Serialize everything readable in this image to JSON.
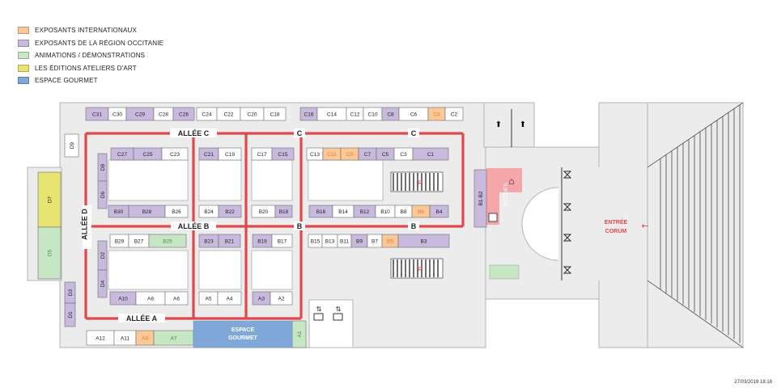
{
  "legend": [
    {
      "label": "EXPOSANTS INTERNATIONAUX",
      "color": "#fcc898"
    },
    {
      "label": "EXPOSANTS DE LA RÉGION OCCITANIE",
      "color": "#c9b9de"
    },
    {
      "label": "ANIMATIONS / DÉMONSTRATIONS",
      "color": "#c7e6c4"
    },
    {
      "label": "LES ÉDITIONS ATELIERS D'ART",
      "color": "#e8e472"
    },
    {
      "label": "ESPACE GOURMET",
      "color": "#7fa8d8"
    }
  ],
  "colors": {
    "international": "#fcc898",
    "occitanie": "#c9b9de",
    "animation": "#c7e6c4",
    "editions": "#e8e472",
    "gourmet": "#7fa8d8",
    "plain": "#ffffff",
    "aisle": "#e0484b",
    "floor": "#ececec",
    "wall": "#b5b5b5",
    "accueil": "#f4a6a8"
  },
  "aisles": {
    "allee_c": "ALLÉE C",
    "allee_b": "ALLÉE B",
    "allee_a": "ALLÉE A",
    "allee_d": "ALLÉE D",
    "c_mid": "C",
    "c_right": "C",
    "b_mid": "B",
    "b_right": "B"
  },
  "stands": {
    "C31": {
      "label": "C31",
      "cat": "occitanie"
    },
    "C30": {
      "label": "C30",
      "cat": "plain"
    },
    "C29": {
      "label": "C29",
      "cat": "occitanie"
    },
    "C28": {
      "label": "C28",
      "cat": "plain"
    },
    "C26": {
      "label": "C26",
      "cat": "occitanie"
    },
    "C24": {
      "label": "C24",
      "cat": "plain"
    },
    "C22": {
      "label": "C22",
      "cat": "plain"
    },
    "C20": {
      "label": "C20",
      "cat": "plain"
    },
    "C18": {
      "label": "C18",
      "cat": "plain"
    },
    "C16": {
      "label": "C16",
      "cat": "occitanie"
    },
    "C14": {
      "label": "C14",
      "cat": "plain"
    },
    "C12": {
      "label": "C12",
      "cat": "plain"
    },
    "C10": {
      "label": "C10",
      "cat": "plain"
    },
    "C8": {
      "label": "C8",
      "cat": "occitanie"
    },
    "C6": {
      "label": "C6",
      "cat": "plain"
    },
    "C4": {
      "label": "C4",
      "cat": "international"
    },
    "C2": {
      "label": "C2",
      "cat": "plain"
    },
    "C27": {
      "label": "C27",
      "cat": "occitanie"
    },
    "C25": {
      "label": "C25",
      "cat": "occitanie"
    },
    "C23": {
      "label": "C23",
      "cat": "plain"
    },
    "C21": {
      "label": "C21",
      "cat": "occitanie"
    },
    "C19": {
      "label": "C19",
      "cat": "plain"
    },
    "C17": {
      "label": "C17",
      "cat": "plain"
    },
    "C15": {
      "label": "C15",
      "cat": "occitanie"
    },
    "C13": {
      "label": "C13",
      "cat": "plain"
    },
    "C11": {
      "label": "C11",
      "cat": "international"
    },
    "C9": {
      "label": "C9",
      "cat": "international"
    },
    "C7": {
      "label": "C7",
      "cat": "occitanie"
    },
    "C5": {
      "label": "C5",
      "cat": "occitanie"
    },
    "C3": {
      "label": "C3",
      "cat": "plain"
    },
    "C1": {
      "label": "C1",
      "cat": "occitanie"
    },
    "B30": {
      "label": "B30",
      "cat": "occitanie"
    },
    "B28": {
      "label": "B28",
      "cat": "occitanie"
    },
    "B26": {
      "label": "B26",
      "cat": "plain"
    },
    "B24": {
      "label": "B24",
      "cat": "plain"
    },
    "B22": {
      "label": "B22",
      "cat": "occitanie"
    },
    "B20": {
      "label": "B20",
      "cat": "plain"
    },
    "B18": {
      "label": "B18",
      "cat": "occitanie"
    },
    "B16": {
      "label": "B16",
      "cat": "occitanie"
    },
    "B14": {
      "label": "B14",
      "cat": "plain"
    },
    "B12": {
      "label": "B12",
      "cat": "occitanie"
    },
    "B10": {
      "label": "B10",
      "cat": "plain"
    },
    "B8": {
      "label": "B8",
      "cat": "plain"
    },
    "B6": {
      "label": "B6",
      "cat": "international"
    },
    "B4": {
      "label": "B4",
      "cat": "occitanie"
    },
    "B29": {
      "label": "B29",
      "cat": "plain"
    },
    "B27": {
      "label": "B27",
      "cat": "plain"
    },
    "B25": {
      "label": "B25",
      "cat": "animation"
    },
    "B23": {
      "label": "B23",
      "cat": "occitanie"
    },
    "B21": {
      "label": "B21",
      "cat": "occitanie"
    },
    "B19": {
      "label": "B19",
      "cat": "occitanie"
    },
    "B17": {
      "label": "B17",
      "cat": "plain"
    },
    "B15": {
      "label": "B15",
      "cat": "plain"
    },
    "B13": {
      "label": "B13",
      "cat": "plain"
    },
    "B11": {
      "label": "B11",
      "cat": "plain"
    },
    "B9": {
      "label": "B9",
      "cat": "occitanie"
    },
    "B7": {
      "label": "B7",
      "cat": "plain"
    },
    "B5": {
      "label": "B5",
      "cat": "international"
    },
    "B3": {
      "label": "B3",
      "cat": "occitanie"
    },
    "B1B2": {
      "label": "B1-B2",
      "cat": "occitanie"
    },
    "A10": {
      "label": "A10",
      "cat": "occitanie"
    },
    "A8": {
      "label": "A8",
      "cat": "plain"
    },
    "A6": {
      "label": "A6",
      "cat": "plain"
    },
    "A5": {
      "label": "A5",
      "cat": "plain"
    },
    "A4": {
      "label": "A4",
      "cat": "plain"
    },
    "A3": {
      "label": "A3",
      "cat": "occitanie"
    },
    "A2": {
      "label": "A2",
      "cat": "plain"
    },
    "A12": {
      "label": "A12",
      "cat": "plain"
    },
    "A11": {
      "label": "A11",
      "cat": "plain"
    },
    "A9": {
      "label": "A9",
      "cat": "international"
    },
    "A7": {
      "label": "A7",
      "cat": "animation"
    },
    "A1": {
      "label": "A1",
      "cat": "animation"
    },
    "D9": {
      "label": "D9",
      "cat": "plain"
    },
    "D8": {
      "label": "D8",
      "cat": "occitanie"
    },
    "D6": {
      "label": "D6",
      "cat": "occitanie"
    },
    "D7": {
      "label": "D7",
      "cat": "editions"
    },
    "D5": {
      "label": "D5",
      "cat": "animation"
    },
    "D2": {
      "label": "D2",
      "cat": "occitanie"
    },
    "D4": {
      "label": "D4",
      "cat": "occitanie"
    },
    "D3": {
      "label": "D3",
      "cat": "occitanie"
    },
    "D1": {
      "label": "D1",
      "cat": "occitanie"
    }
  },
  "gourmet_line1": "ESPACE",
  "gourmet_line2": "GOURMET",
  "accueil": "ACCUEIL",
  "entrance_line1": "ENTRÉE",
  "entrance_line2": "CORUM",
  "timestamp": "27/03/2019 18:18"
}
